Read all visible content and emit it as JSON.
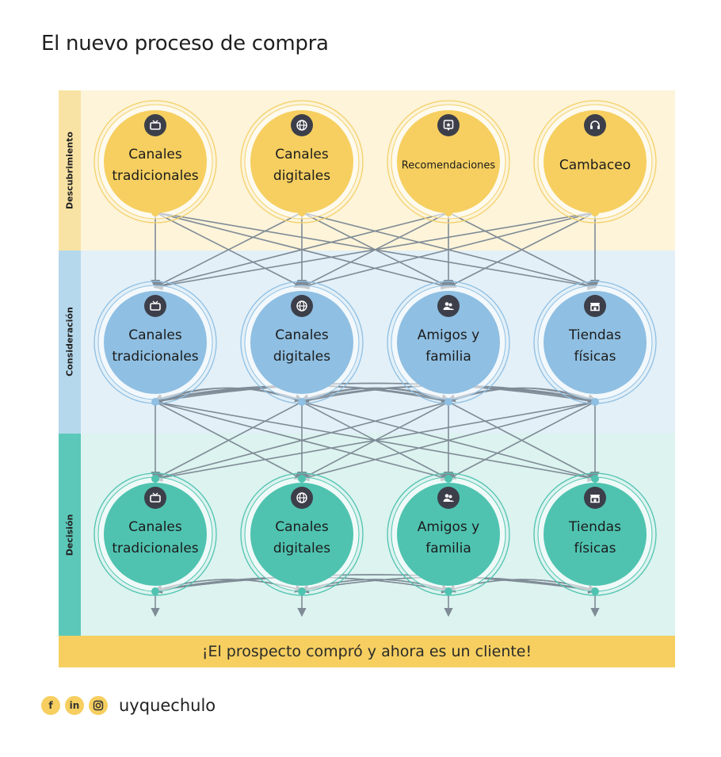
{
  "title": "El nuevo proceso de compra",
  "stages": [
    {
      "label": "Descubrimiento",
      "color": "#fdf4d9",
      "bar": "#f9e3a4"
    },
    {
      "label": "Consideración",
      "color": "#e3f0f8",
      "bar": "#b5d8ec"
    },
    {
      "label": "Decisión",
      "color": "#dcf3ef",
      "bar": "#5cc8b9"
    }
  ],
  "discovery_nodes": [
    {
      "label": "Canales\ntradicionales",
      "icon": "tv-icon"
    },
    {
      "label": "Canales\ndigitales",
      "icon": "globe-icon"
    },
    {
      "label": "Recomendaciones",
      "icon": "recommendation-icon"
    },
    {
      "label": "Cambaceo",
      "icon": "headset-icon"
    }
  ],
  "consideration_nodes": [
    {
      "label": "Canales\ntradicionales",
      "icon": "tv-icon"
    },
    {
      "label": "Canales\ndigitales",
      "icon": "globe-icon"
    },
    {
      "label": "Amigos y\nfamilia",
      "icon": "people-icon"
    },
    {
      "label": "Tiendas\nfísicas",
      "icon": "store-icon"
    }
  ],
  "decision_nodes": [
    {
      "label": "Canales\ntradicionales",
      "icon": "tv-icon"
    },
    {
      "label": "Canales\ndigitales",
      "icon": "globe-icon"
    },
    {
      "label": "Amigos y\nfamilia",
      "icon": "people-icon"
    },
    {
      "label": "Tiendas\nfísicas",
      "icon": "store-icon"
    }
  ],
  "colors": {
    "discovery": "#f6cf60",
    "consideration": "#8fbfe2",
    "decision": "#4fc3b0",
    "arrow": "#7f8b96",
    "banner": "#f6cf60"
  },
  "banner": "¡El prospecto compró y ahora es un cliente!",
  "social": {
    "icons": [
      "facebook-icon",
      "linkedin-icon",
      "instagram-icon"
    ],
    "facebook": "f",
    "linkedin": "in",
    "handle": "uyquechulo"
  }
}
